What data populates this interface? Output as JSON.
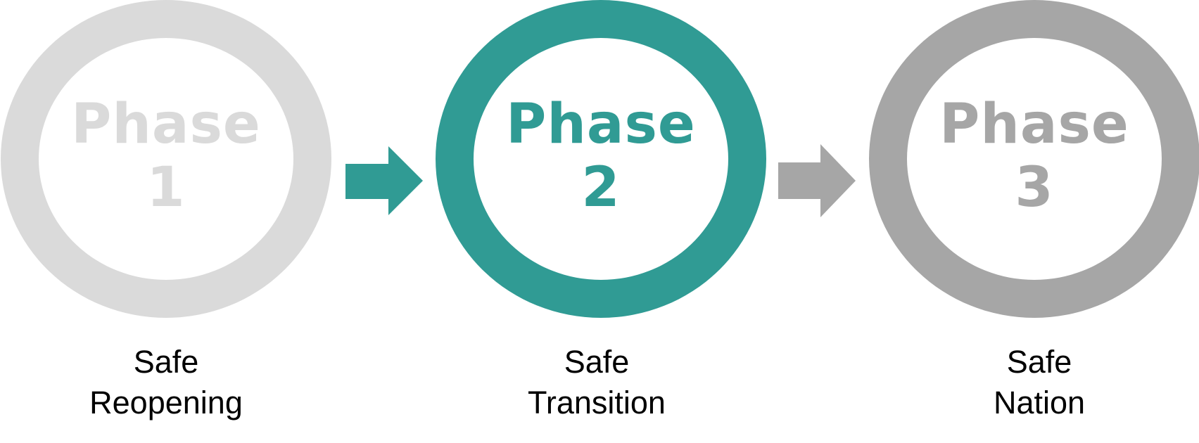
{
  "phases": [
    {
      "word": "Phase",
      "number": "1",
      "label_line1": "Safe",
      "label_line2": "Reopening",
      "color": "#dadada"
    },
    {
      "word": "Phase",
      "number": "2",
      "label_line1": "Safe",
      "label_line2": "Transition",
      "color": "#309b94"
    },
    {
      "word": "Phase",
      "number": "3",
      "label_line1": "Safe",
      "label_line2": "Nation",
      "color": "#a6a6a6"
    }
  ],
  "arrows": [
    {
      "color": "#309b94",
      "icon": "arrow-right-icon"
    },
    {
      "color": "#a6a6a6",
      "icon": "arrow-right-icon"
    }
  ]
}
